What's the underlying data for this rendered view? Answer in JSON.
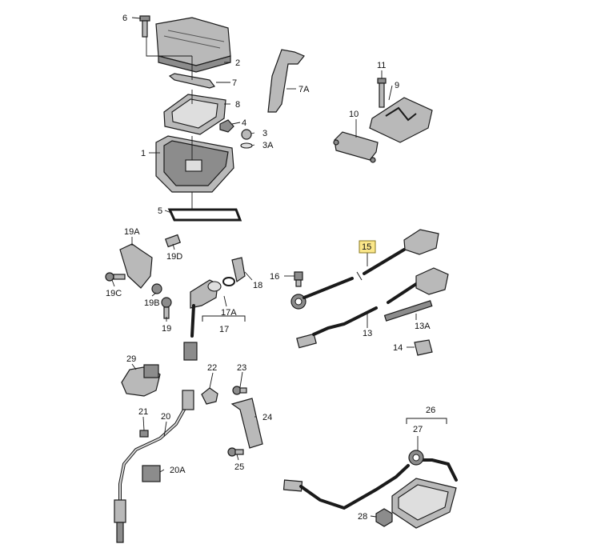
{
  "callouts": {
    "c6": "6",
    "c2": "2",
    "c7": "7",
    "c8": "8",
    "c4": "4",
    "c3": "3",
    "c3A": "3A",
    "c1": "1",
    "c5": "5",
    "c7A": "7A",
    "c11": "11",
    "c9": "9",
    "c10": "10",
    "c19A": "19A",
    "c19D": "19D",
    "c19C": "19C",
    "c19B": "19B",
    "c19": "19",
    "c16": "16",
    "c18": "18",
    "c17A": "17A",
    "c17": "17",
    "c15": "15",
    "c13": "13",
    "c13A": "13A",
    "c14": "14",
    "c29": "29",
    "c22": "22",
    "c23": "23",
    "c21": "21",
    "c20": "20",
    "c24": "24",
    "c20A": "20A",
    "c25": "25",
    "c26": "26",
    "c27": "27",
    "c28": "28"
  },
  "highlighted_callout": "15",
  "highlight_color": "#fbe78a"
}
